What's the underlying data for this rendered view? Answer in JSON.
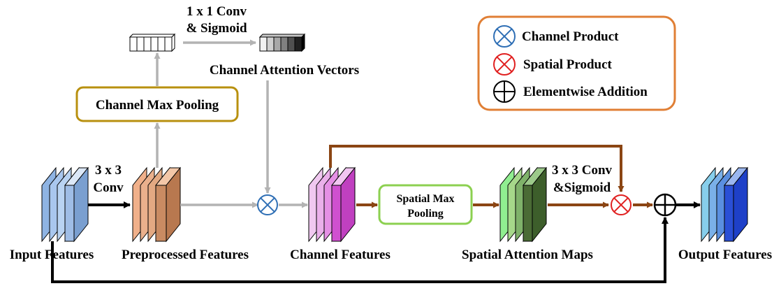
{
  "labels": {
    "input_features": "Input Features",
    "preprocessed_features": "Preprocessed Features",
    "channel_features": "Channel Features",
    "spatial_attention_maps": "Spatial Attention Maps",
    "output_features": "Output Features",
    "conv3x3_line1": "3 x 3",
    "conv3x3_line2": "Conv",
    "conv1x1_line1": "1 x 1 Conv",
    "conv1x1_line2": "& Sigmoid",
    "channel_attention_vectors": "Channel Attention Vectors",
    "conv_sigmoid_line1": "3 x 3 Conv",
    "conv_sigmoid_line2": "&Sigmoid"
  },
  "boxes": {
    "channel_max_pooling": "Channel Max Pooling",
    "spatial_max_pooling_line1": "Spatial Max",
    "spatial_max_pooling_line2": "Pooling"
  },
  "legend": {
    "channel_product": "Channel Product",
    "spatial_product": "Spatial Product",
    "elementwise_addition": "Elementwise Addition"
  },
  "colors": {
    "input_block": "#7a9fd0",
    "preprocessed_block": "#c98b62",
    "channel_block": "#d050d0",
    "spatial_block": "#4a6b35",
    "output_block": "#2a4fd6",
    "gray_arrow": "#b3b3b3",
    "brown_arrow": "#8b4513",
    "black_arrow": "#000000",
    "channel_pool_border": "#b8900f",
    "spatial_pool_border": "#8cd050",
    "legend_border": "#e07f35",
    "channel_product_symbol": "#2f6fb5",
    "spatial_product_symbol": "#e02020"
  }
}
